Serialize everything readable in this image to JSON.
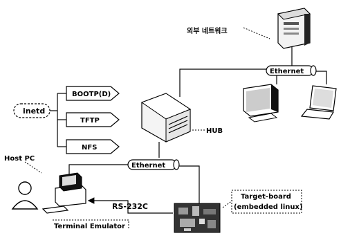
{
  "labels": {
    "external_network": "외부 네트워크",
    "ethernet_top": "Ethernet",
    "ethernet_bottom": "Ethernet",
    "hub": "HUB",
    "inetd": "inetd",
    "bootp": "BOOTP(D)",
    "tftp": "TFTP",
    "nfs": "NFS",
    "host_pc": "Host PC",
    "rs232c": "RS-232C",
    "terminal_emulator": "Terminal Emulator",
    "target_board_line1": "Target-board",
    "target_board_line2": "(embedded linux)"
  }
}
